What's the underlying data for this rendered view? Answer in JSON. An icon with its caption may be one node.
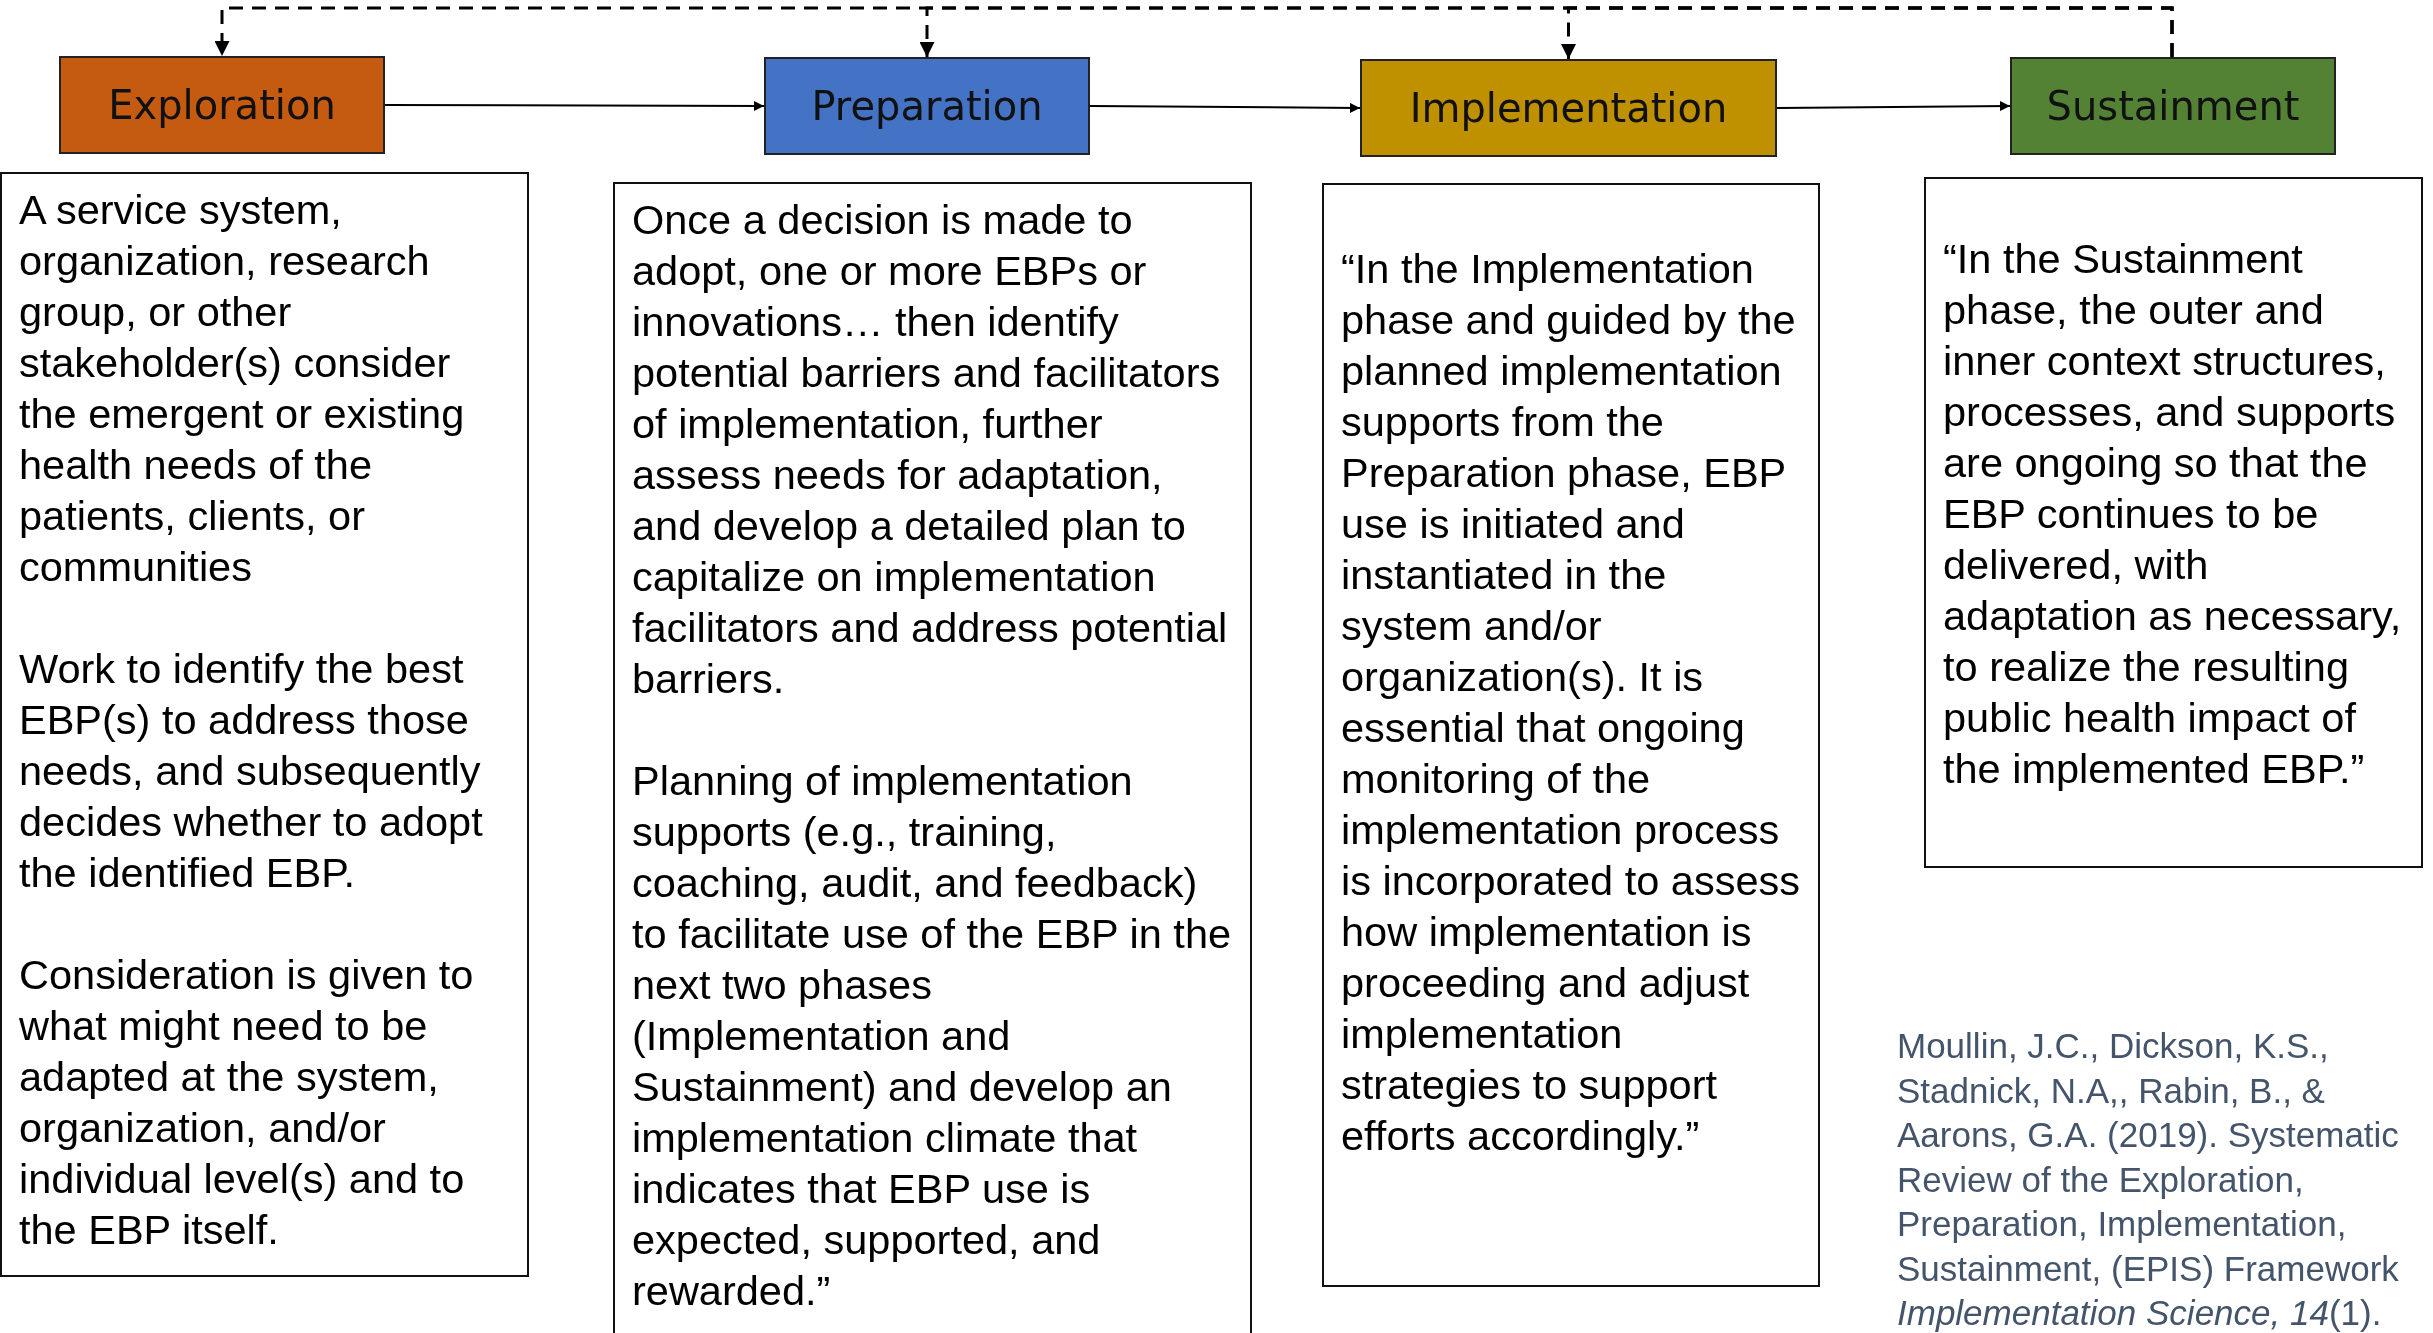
{
  "diagram": {
    "nodes": [
      {
        "text": [
          "Exploration"
        ]
      },
      {
        "text": [
          "Preparation"
        ]
      },
      {
        "text": [
          "Implementation"
        ]
      },
      {
        "text": [
          "Sustainment"
        ]
      },
      {
        "text": [
          "A service system, organization, research group, or other stakeholder(s) consider the emergent or existing health needs of the patients, clients, or communities",
          "Work to identify the best EBP(s) to address those needs, and subsequently decides whether to adopt the identified EBP.",
          "Consideration is given to what might need to be adapted at the system, organization, and/or individual level(s) and to the EBP itself."
        ]
      },
      {
        "text": [
          "Once a decision is made to adopt, one or more EBPs or innovations… then identify potential barriers and facilitators of implementation, further assess needs for adaptation, and develop a detailed plan to capitalize on implementation facilitators and address potential barriers.",
          "Planning of implementation supports (e.g., training, coaching, audit, and feedback) to facilitate use of the EBP in the next two phases (Implementation and Sustainment) and develop an implementation climate that indicates that EBP use is expected, supported, and rewarded.”"
        ]
      },
      {
        "text": [
          "“In the Implementation phase and guided by the planned implementation supports from the Preparation phase, EBP use is initiated and instantiated in the system and/or organization(s). It is essential that ongoing monitoring of the implementation process is incorporated to assess how implementation is proceeding and adjust implementation strategies to support efforts accordingly.”"
        ]
      },
      {
        "text": [
          "“In the Sustainment phase, the outer and inner context structures, processes, and supports are ongoing so that the EBP continues to be delivered, with adaptation as necessary, to realize the resulting public health impact of the implemented EBP.”"
        ]
      }
    ],
    "edges": [
      {
        "from": 0,
        "to": 1,
        "arrow": "to"
      },
      {
        "from": 1,
        "to": 2,
        "arrow": "to"
      },
      {
        "from": 2,
        "to": 3,
        "arrow": "to"
      },
      {
        "from": 3,
        "to": 0,
        "arrow": "to",
        "style": "dashed"
      },
      {
        "from": 3,
        "to": 1,
        "arrow": "to",
        "style": "dashed"
      },
      {
        "from": 3,
        "to": 2,
        "arrow": "to",
        "style": "dashed"
      }
    ],
    "labels": [
      "Moullin, J.C., Dickson, K.S., Stadnick, N.A,, Rabin, B., & Aarons, G.A. (2019). Systematic Review of the Exploration, Preparation, Implementation, Sustainment, (EPIS) Framework *Implementation Science, 14*(1)."
    ]
  }
}
